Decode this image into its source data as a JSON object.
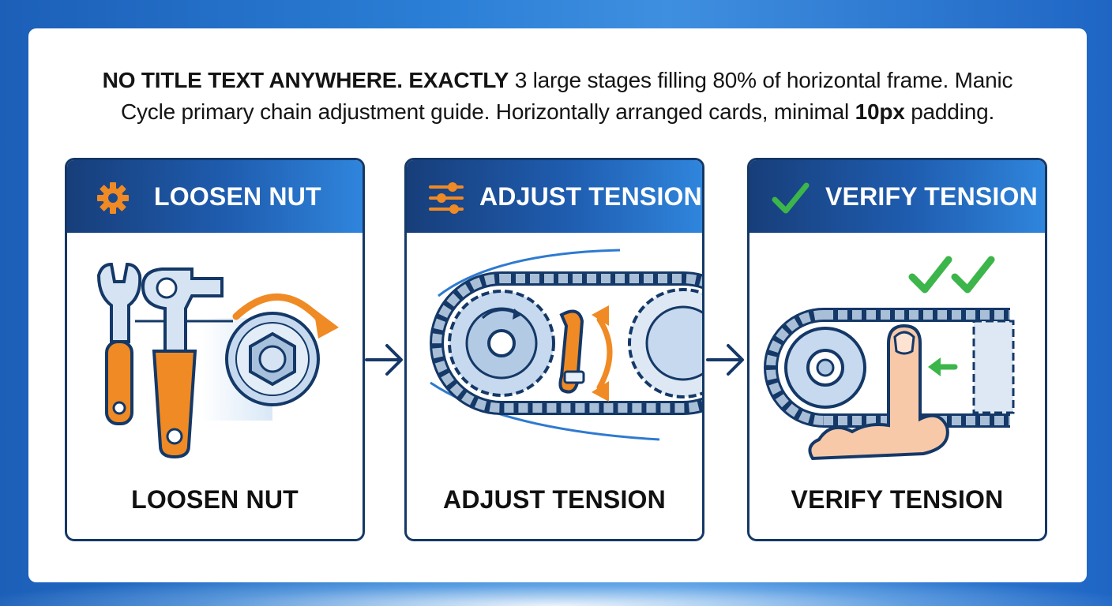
{
  "caption": {
    "line1_bold": "NO TITLE TEXT ANYWHERE. EXACTLY",
    "line1_rest": " 3 large stages filling 80% of horizontal frame. Manic",
    "line2_pre": "Cycle primary chain adjustment guide. Horizontally arranged cards, minimal ",
    "line2_bold": "10px",
    "line2_post": " padding."
  },
  "stages": [
    {
      "title": "LOOSEN NUT",
      "label": "LOOSEN NUT",
      "icon": "gear-icon"
    },
    {
      "title": "ADJUST TENSION",
      "label": "ADJUST TENSION",
      "icon": "sliders-icon"
    },
    {
      "title": "VERIFY TENSION",
      "label": "VERIFY TENSION",
      "icon": "checkmark-icon"
    }
  ],
  "colors": {
    "navy": "#143867",
    "header_start": "#173e7a",
    "header_end": "#2f85dc",
    "accent_orange": "#f08a24",
    "check_green": "#3cb54a",
    "steel": "#b9cfe6"
  }
}
